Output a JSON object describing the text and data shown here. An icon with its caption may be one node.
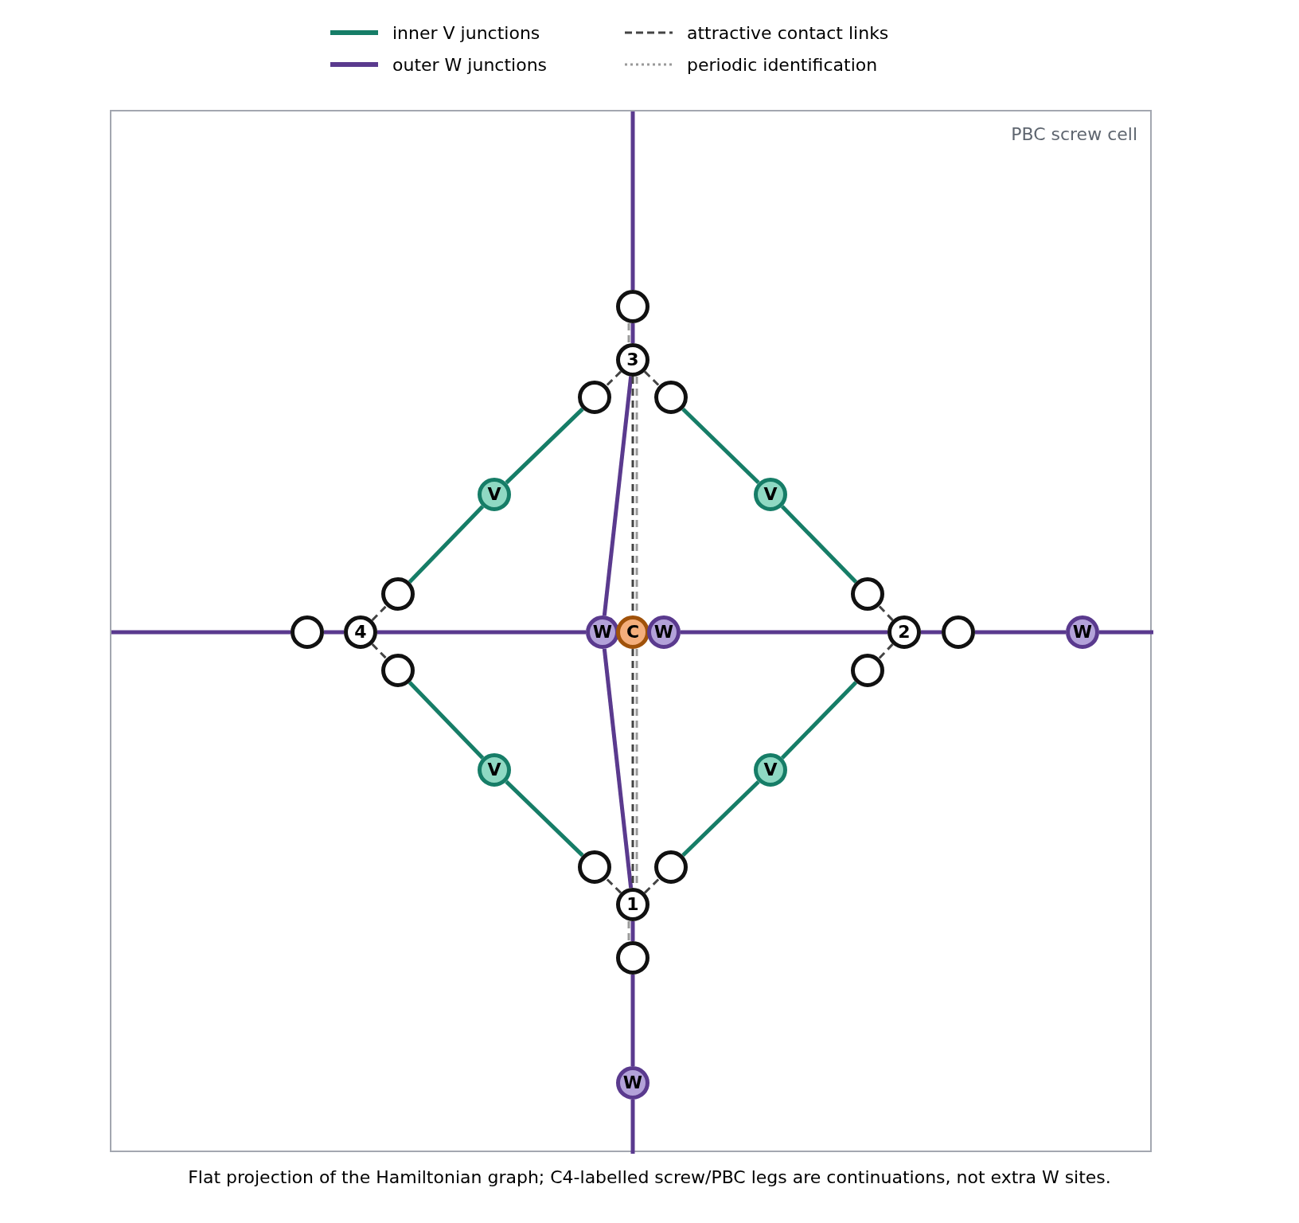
{
  "diagram": {
    "caption": "Flat projection of the Hamiltonian graph; C4-labelled screw/PBC legs are continuations, not extra W sites.",
    "nodes": [
      {
        "text": [
          "PBC screw cell"
        ]
      },
      {
        "text": [],
        "shape": "circle",
        "in": 0
      },
      {
        "text": [
          "3"
        ],
        "in": 0
      },
      {
        "text": [],
        "shape": "circle",
        "in": 0
      },
      {
        "text": [],
        "shape": "circle",
        "in": 0
      },
      {
        "text": [
          "V"
        ],
        "in": 0
      },
      {
        "text": [
          "V"
        ],
        "in": 0
      },
      {
        "text": [],
        "shape": "circle",
        "in": 0
      },
      {
        "text": [],
        "shape": "circle",
        "in": 0
      },
      {
        "text": [],
        "shape": "circle",
        "in": 0
      },
      {
        "text": [
          "4"
        ],
        "in": 0
      },
      {
        "text": [
          "W"
        ],
        "in": 0
      },
      {
        "text": [
          "C"
        ],
        "in": 0
      },
      {
        "text": [
          "W"
        ],
        "in": 0
      },
      {
        "text": [
          "2"
        ],
        "in": 0
      },
      {
        "text": [],
        "shape": "circle",
        "in": 0
      },
      {
        "text": [
          "W"
        ],
        "in": 0
      },
      {
        "text": [],
        "shape": "circle",
        "in": 0
      },
      {
        "text": [],
        "shape": "circle",
        "in": 0
      },
      {
        "text": [
          "V"
        ],
        "in": 0
      },
      {
        "text": [
          "V"
        ],
        "in": 0
      },
      {
        "text": [],
        "shape": "circle",
        "in": 0
      },
      {
        "text": [],
        "shape": "circle",
        "in": 0
      },
      {
        "text": [
          "1"
        ],
        "in": 0
      },
      {
        "text": [],
        "shape": "circle",
        "in": 0
      },
      {
        "text": [
          "W"
        ],
        "in": 0
      }
    ],
    "edges": [
      {
        "from": null,
        "to": 1,
        "arrow": "none"
      },
      {
        "from": 1,
        "to": 2,
        "arrow": "none"
      },
      {
        "from": 2,
        "to": 11,
        "arrow": "none"
      },
      {
        "from": 11,
        "to": 23,
        "arrow": "none"
      },
      {
        "from": 23,
        "to": 24,
        "arrow": "none"
      },
      {
        "from": 24,
        "to": 25,
        "arrow": "none"
      },
      {
        "from": 25,
        "to": null,
        "arrow": "none"
      },
      {
        "from": null,
        "to": 9,
        "arrow": "none"
      },
      {
        "from": 9,
        "to": 10,
        "arrow": "none"
      },
      {
        "from": 10,
        "to": 11,
        "arrow": "none"
      },
      {
        "from": 13,
        "to": 14,
        "arrow": "none"
      },
      {
        "from": 14,
        "to": 15,
        "arrow": "none"
      },
      {
        "from": 15,
        "to": 16,
        "arrow": "none"
      },
      {
        "from": 16,
        "to": null,
        "arrow": "none"
      },
      {
        "from": 5,
        "to": 7,
        "arrow": "none",
        "color": "#167d67"
      },
      {
        "from": 5,
        "to": 3,
        "arrow": "none",
        "color": "#167d67"
      },
      {
        "from": 6,
        "to": 4,
        "arrow": "none",
        "color": "#167d67"
      },
      {
        "from": 6,
        "to": 8,
        "arrow": "none",
        "color": "#167d67"
      },
      {
        "from": 19,
        "to": 17,
        "arrow": "none",
        "color": "#167d67"
      },
      {
        "from": 19,
        "to": 21,
        "arrow": "none",
        "color": "#167d67"
      },
      {
        "from": 20,
        "to": 18,
        "arrow": "none",
        "color": "#167d67"
      },
      {
        "from": 20,
        "to": 22,
        "arrow": "none",
        "color": "#167d67"
      },
      {
        "from": 2,
        "to": 3,
        "arrow": "none",
        "style": "dashed",
        "color": "#444444"
      },
      {
        "from": 2,
        "to": 4,
        "arrow": "none",
        "style": "dashed",
        "color": "#444444"
      },
      {
        "from": 10,
        "to": 7,
        "arrow": "none",
        "style": "dashed",
        "color": "#444444"
      },
      {
        "from": 10,
        "to": 17,
        "arrow": "none",
        "style": "dashed",
        "color": "#444444"
      },
      {
        "from": 14,
        "to": 8,
        "arrow": "none",
        "style": "dashed",
        "color": "#444444"
      },
      {
        "from": 14,
        "to": 18,
        "arrow": "none",
        "style": "dashed",
        "color": "#444444"
      },
      {
        "from": 23,
        "to": 21,
        "arrow": "none",
        "style": "dashed",
        "color": "#444444"
      },
      {
        "from": 23,
        "to": 22,
        "arrow": "none",
        "style": "dashed",
        "color": "#444444"
      },
      {
        "from": 2,
        "to": 12,
        "arrow": "none",
        "style": "dashed",
        "color": "#444444"
      },
      {
        "from": 12,
        "to": 23,
        "arrow": "none",
        "style": "dashed",
        "color": "#444444"
      },
      {
        "from": 1,
        "to": 2,
        "arrow": "none",
        "style": "dashed",
        "color": "#999999"
      },
      {
        "from": 2,
        "to": 12,
        "arrow": "none",
        "style": "dashed",
        "color": "#999999"
      },
      {
        "from": 12,
        "to": 23,
        "arrow": "none",
        "style": "dashed",
        "color": "#999999"
      },
      {
        "from": 23,
        "to": 24,
        "arrow": "none",
        "style": "dashed",
        "color": "#999999"
      }
    ],
    "legend": [
      {
        "text": "inner V junctions"
      },
      {
        "text": "attractive contact links"
      },
      {
        "text": "outer W junctions"
      },
      {
        "text": "periodic identification"
      }
    ]
  }
}
